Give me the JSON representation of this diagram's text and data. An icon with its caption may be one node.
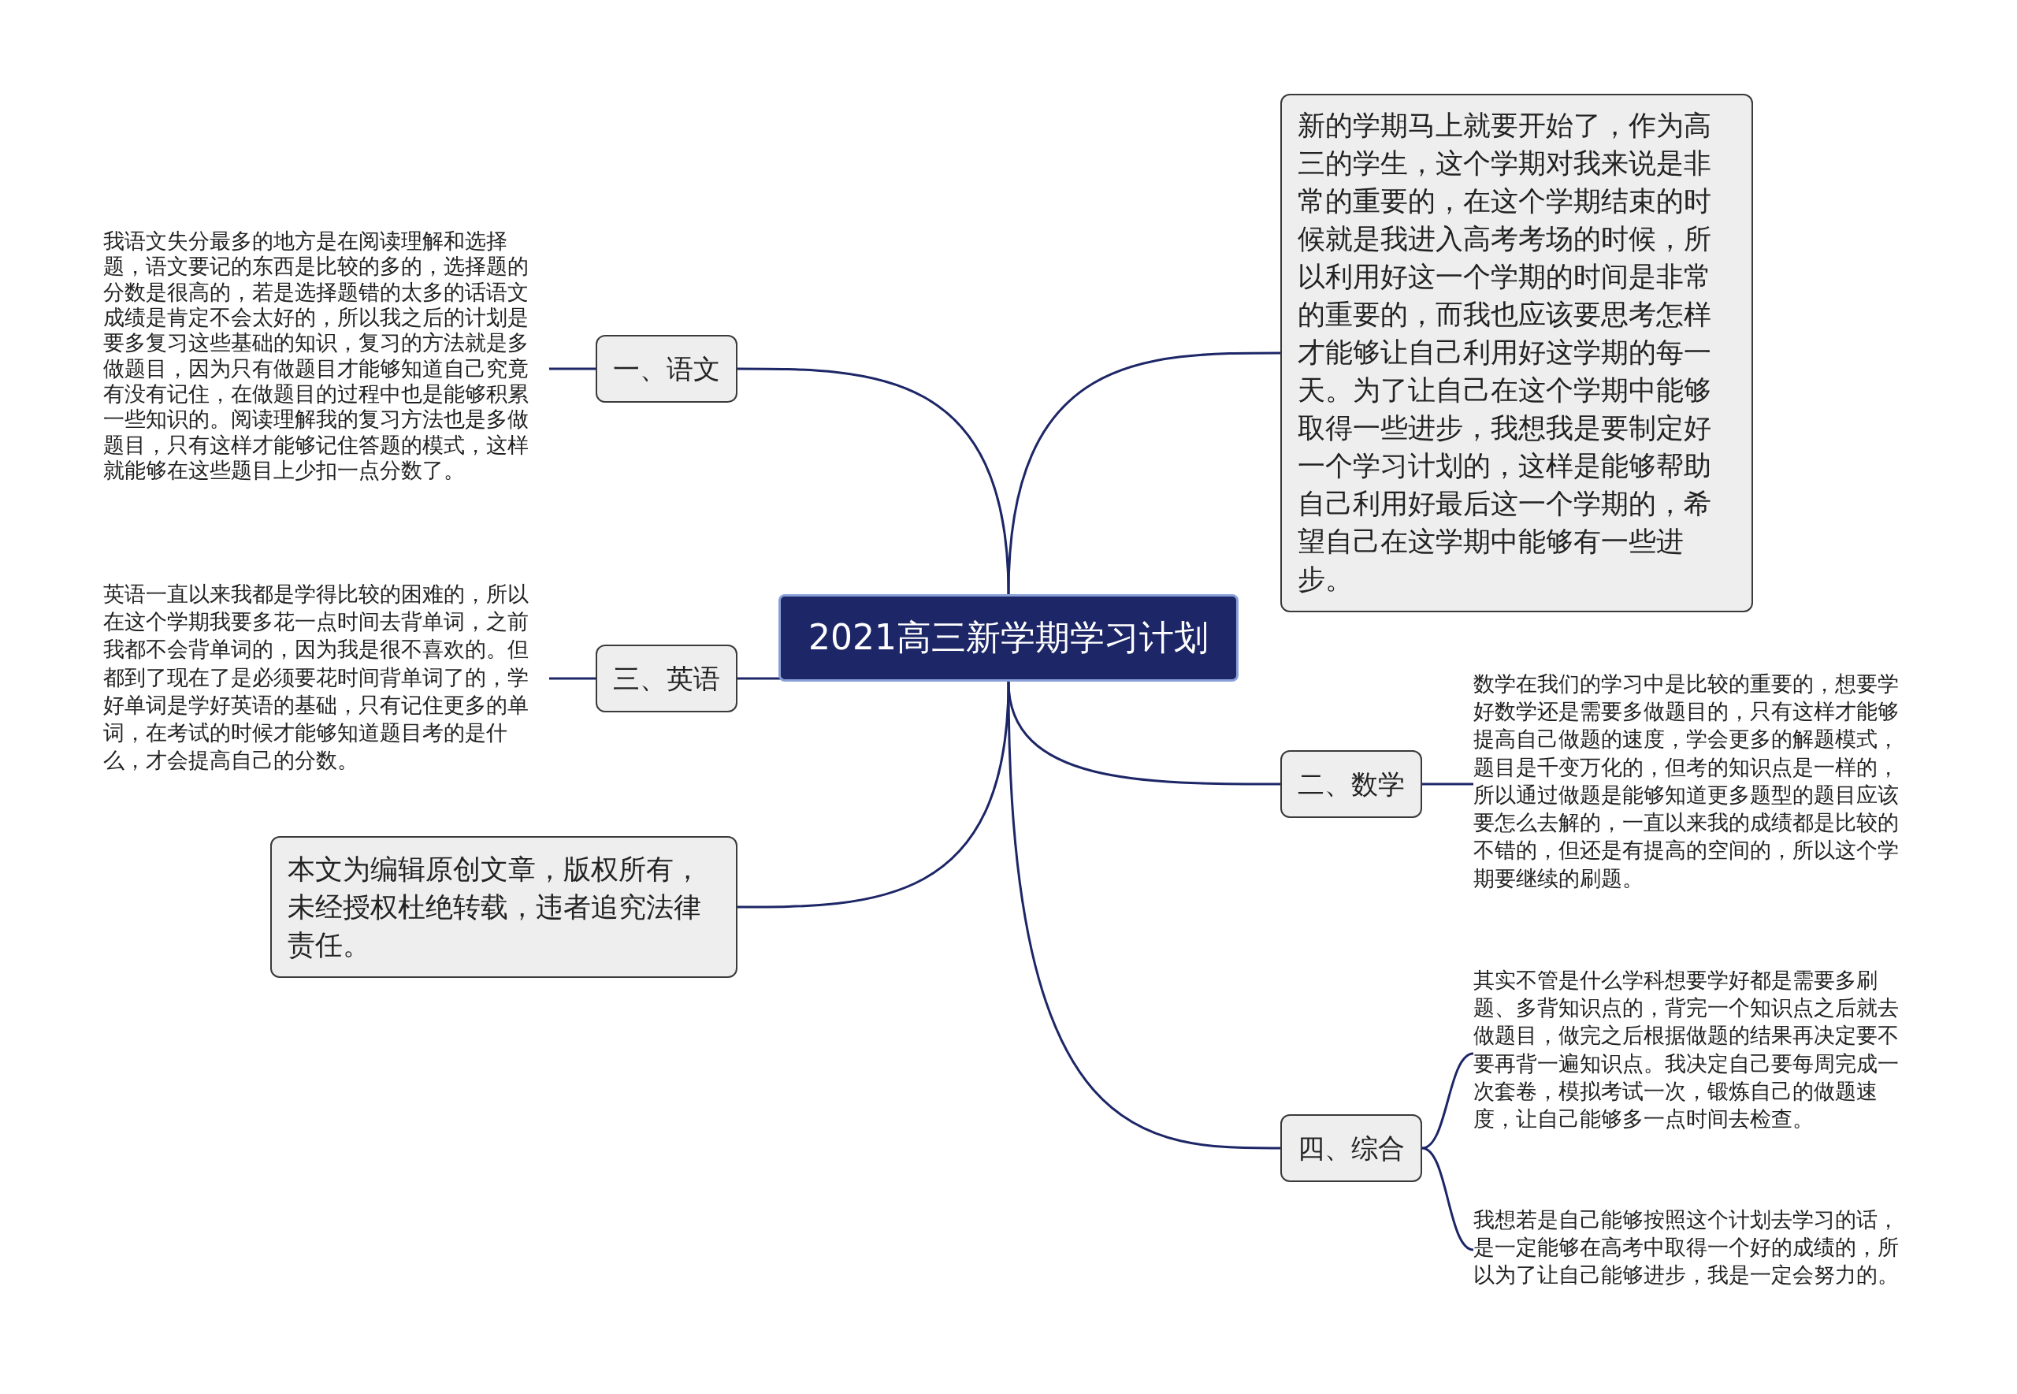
{
  "diagram": {
    "nodes": [
      {
        "text": [
          "2021高三新学期学习计划"
        ]
      },
      {
        "text": [
          "一、语文"
        ]
      },
      {
        "text": [
          "我语文失分最多的地方是在阅读理解和选择题，语文要记的东西是比较的多的，选择题的分数是很高的，若是选择题错的太多的话语文成绩是肯定不会太好的，所以我之后的计划是要多复习这些基础的知识，复习的方法就是多做题目，因为只有做题目才能够知道自己究竟有没有记住，在做题目的过程中也是能够积累一些知识的。阅读理解我的复习方法也是多做题目，只有这样才能够记住答题的模式，这样就能够在这些题目上少扣一点分数了。"
        ]
      },
      {
        "text": [
          "三、英语"
        ]
      },
      {
        "text": [
          "英语一直以来我都是学得比较的困难的，所以在这个学期我要多花一点时间去背单词，之前我都不会背单词的，因为我是很不喜欢的。但都到了现在了是必须要花时间背单词了的，学好单词是学好英语的基础，只有记住更多的单词，在考试的时候才能够知道题目考的是什么，才会提高自己的分数。"
        ]
      },
      {
        "text": [
          "本文为编辑原创文章，版权所有，未经授权杜绝转载，违者追究法律责任。"
        ]
      },
      {
        "text": [
          "新的学期马上就要开始了，作为高三的学生，这个学期对我来说是非常的重要的，在这个学期结束的时候就是我进入高考考场的时候，所以利用好这一个学期的时间是非常的重要的，而我也应该要思考怎样才能够让自己利用好这学期的每一天。为了让自己在这个学期中能够取得一些进步，我想我是要制定好一个学习计划的，这样是能够帮助自己利用好最后这一个学期的，希望自己在这学期中能够有一些进步。"
        ]
      },
      {
        "text": [
          "二、数学"
        ]
      },
      {
        "text": [
          "数学在我们的学习中是比较的重要的，想要学好数学还是需要多做题目的，只有这样才能够提高自己做题的速度，学会更多的解题模式，题目是千变万化的，但考的知识点是一样的，所以通过做题是能够知道更多题型的题目应该要怎么去解的，一直以来我的成绩都是比较的不错的，但还是有提高的空间的，所以这个学期要继续的刷题。"
        ]
      },
      {
        "text": [
          "四、综合"
        ]
      },
      {
        "text": [
          "其实不管是什么学科想要学好都是需要多刷题、多背知识点的，背完一个知识点之后就去做题目，做完之后根据做题的结果再决定要不要再背一遍知识点。我决定自己要每周完成一次套卷，模拟考试一次，锻炼自己的做题速度，让自己能够多一点时间去检查。"
        ]
      },
      {
        "text": [
          "我想若是自己能够按照这个计划去学习的话，是一定能够在高考中取得一个好的成绩的，所以为了让自己能够进步，我是一定会努力的。"
        ]
      }
    ],
    "edges": [
      {
        "from": 0,
        "to": 1,
        "arrow": "none"
      },
      {
        "from": 1,
        "to": 2,
        "arrow": "none"
      },
      {
        "from": 0,
        "to": 3,
        "arrow": "none"
      },
      {
        "from": 3,
        "to": 4,
        "arrow": "none"
      },
      {
        "from": 0,
        "to": 5,
        "arrow": "none"
      },
      {
        "from": 0,
        "to": 6,
        "arrow": "none"
      },
      {
        "from": 0,
        "to": 7,
        "arrow": "none"
      },
      {
        "from": 7,
        "to": 8,
        "arrow": "none"
      },
      {
        "from": 0,
        "to": 9,
        "arrow": "none"
      },
      {
        "from": 9,
        "to": 10,
        "arrow": "none"
      },
      {
        "from": 9,
        "to": 11,
        "arrow": "none"
      }
    ]
  }
}
